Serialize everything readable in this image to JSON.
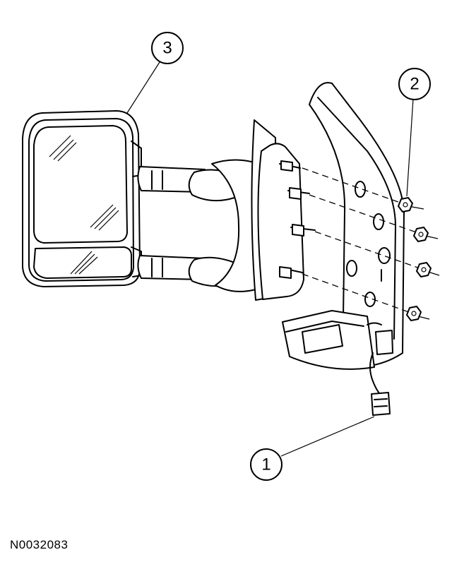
{
  "figure_id": "N0032083",
  "callouts": [
    {
      "label": "1",
      "part": "wire-connector"
    },
    {
      "label": "2",
      "part": "mounting-nut"
    },
    {
      "label": "3",
      "part": "mirror-assembly"
    }
  ]
}
